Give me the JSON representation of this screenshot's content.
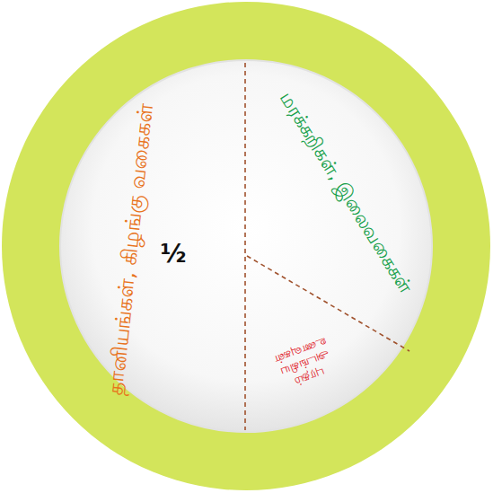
{
  "diagram": {
    "nodes": [
      {
        "text": [
          "தானியங்கள், கிழங்கு வகைகள்",
          "½"
        ]
      },
      {
        "text": [
          "மரக்கறிகள், இலைவகைகள்"
        ]
      },
      {
        "text": [
          "புரதம் அடங்கிய உணவுகள்"
        ]
      }
    ]
  }
}
